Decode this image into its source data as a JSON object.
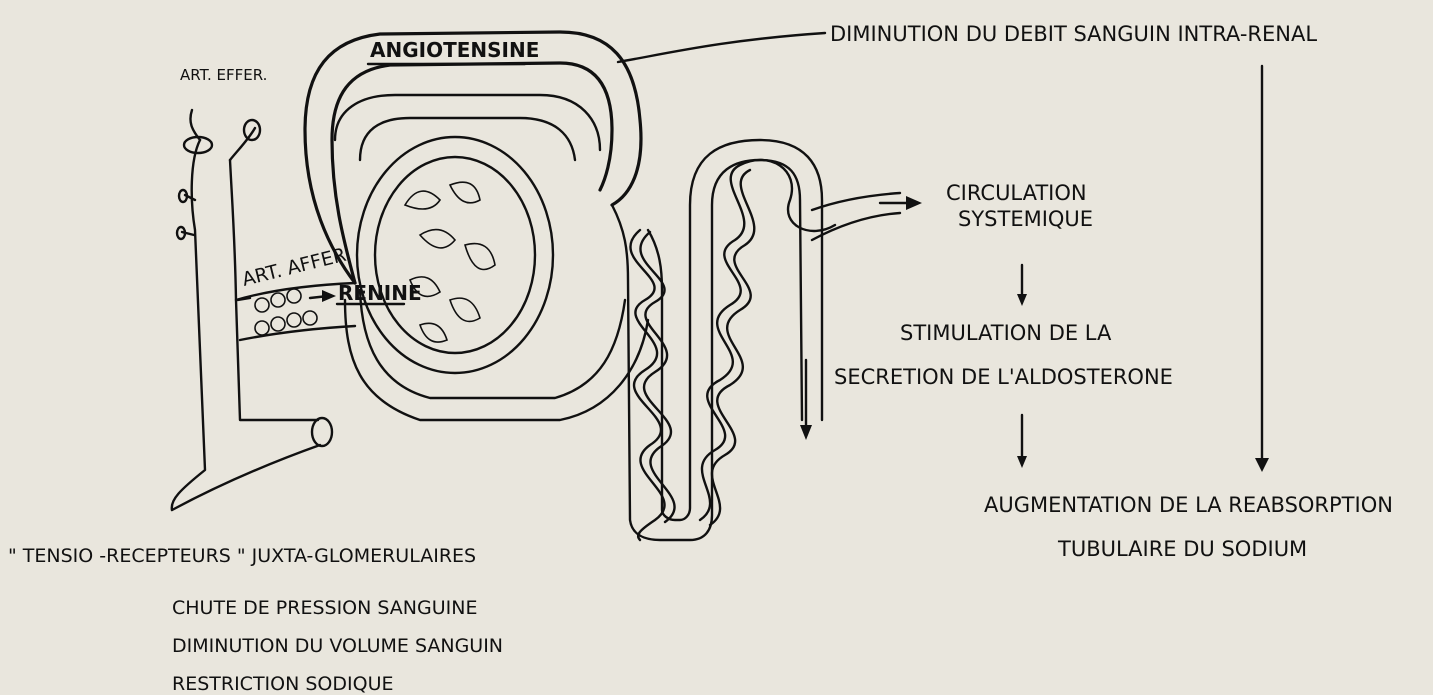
{
  "labels": {
    "angiotensine": "ANGIOTENSINE",
    "art_effer": "ART. EFFER.",
    "art_affer": "ART. AFFER.",
    "renine": "RENINE",
    "diminution_debit": "DIMINUTION DU DEBIT SANGUIN INTRA-RENAL",
    "circulation_1": "CIRCULATION",
    "circulation_2": "SYSTEMIQUE",
    "stimulation_1": "STIMULATION DE LA",
    "stimulation_2": "SECRETION DE L'ALDOSTERONE",
    "augmentation_1": "AUGMENTATION DE LA REABSORPTION",
    "augmentation_2": "TUBULAIRE DU SODIUM",
    "tensio": "\" TENSIO -RECEPTEURS \" JUXTA-GLOMERULAIRES",
    "causes": [
      "CHUTE DE PRESSION SANGUINE",
      "DIMINUTION DU VOLUME SANGUIN",
      "RESTRICTION SODIQUE"
    ]
  }
}
